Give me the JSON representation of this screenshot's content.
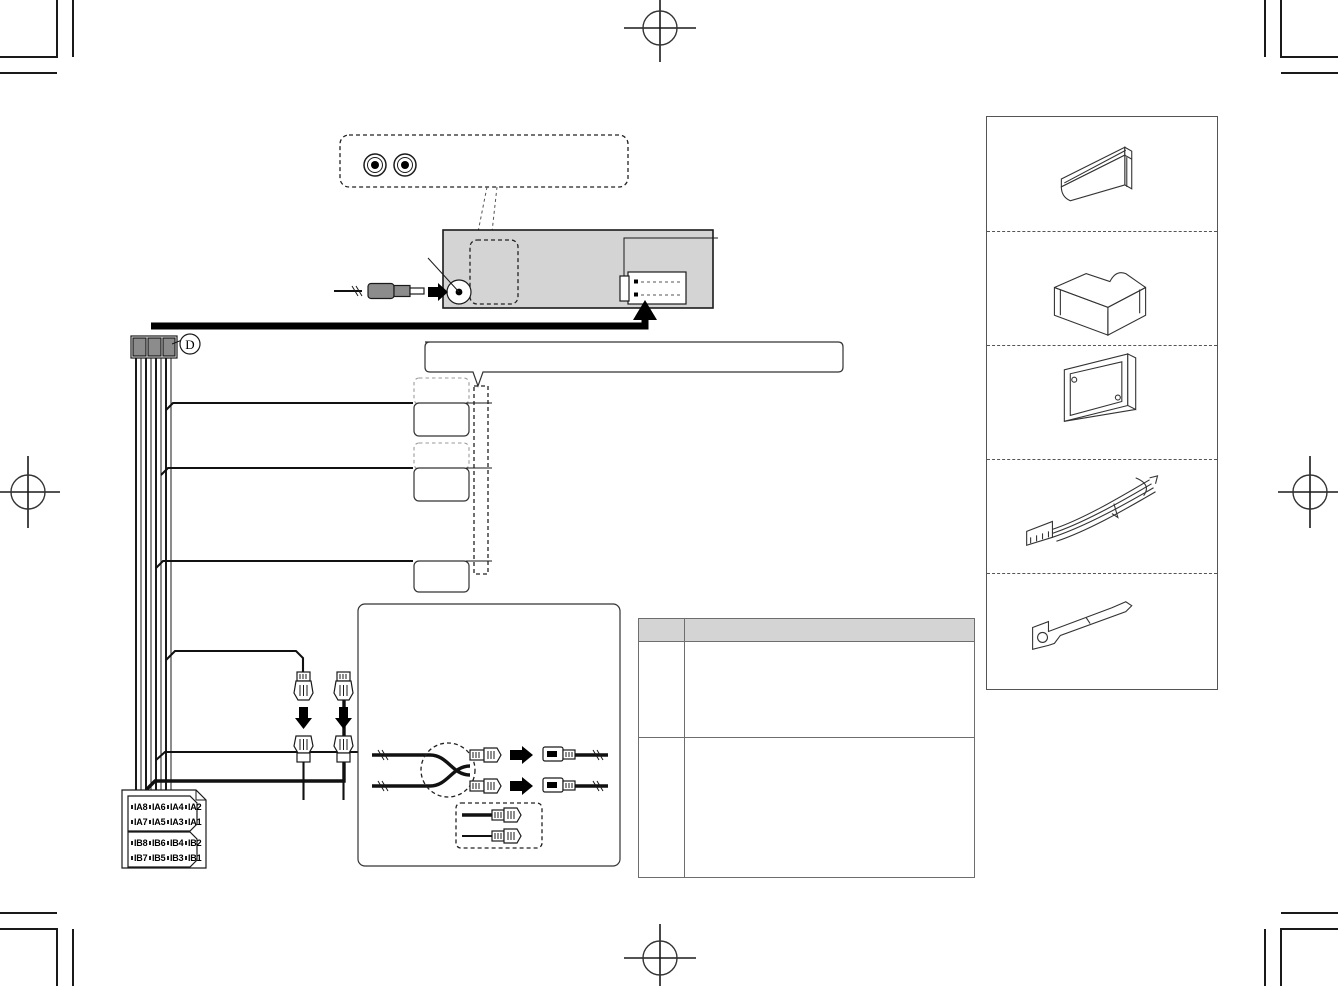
{
  "document": {
    "type": "installation-wiring-diagram",
    "subject": "car-audio-head-unit",
    "print_marks": {
      "crop_marks": 4,
      "registration_marks": 4
    }
  },
  "head_unit": {
    "name": "rear-panel-of-head-unit",
    "rca_preout": {
      "name": "rca-preout-jacks",
      "count": 2
    },
    "antenna": {
      "name": "antenna-input-jack",
      "plug_name": "antenna-plug"
    },
    "iso_socket": {
      "name": "iso-harness-socket"
    }
  },
  "callouts": {
    "rca_callout": {
      "label": ""
    },
    "antenna_callout": {
      "label": ""
    },
    "iso_callout": {
      "label": ""
    },
    "banner": {
      "label": ""
    },
    "boxes": [
      {
        "id": "box-1",
        "label": "",
        "ghost_label": ""
      },
      {
        "id": "box-2",
        "label": "",
        "ghost_label": ""
      },
      {
        "id": "box-3",
        "label": "",
        "ghost_label": ""
      }
    ]
  },
  "harness": {
    "name": "wiring-harness",
    "tag": "D",
    "fuse_block_segments": 3,
    "connector_a": {
      "name": "iso-connector-a",
      "rows": [
        [
          "A8",
          "A6",
          "A4",
          "A2"
        ],
        [
          "A7",
          "A5",
          "A3",
          "A1"
        ]
      ]
    },
    "connector_b": {
      "name": "iso-connector-b",
      "rows": [
        [
          "B8",
          "B6",
          "B4",
          "B2"
        ],
        [
          "B7",
          "B5",
          "B3",
          "B1"
        ]
      ]
    },
    "pin_prefix": "I"
  },
  "splice_detail": {
    "name": "wire-splice-detail-panel",
    "note": "",
    "crossover_wires": 2,
    "terminal_pairs": 2,
    "inset_items": 2
  },
  "spec_table": {
    "name": "specification-table",
    "columns": [
      "",
      ""
    ],
    "rows": [
      {
        "cells": [
          "",
          ""
        ]
      },
      {
        "cells": [
          "",
          ""
        ]
      }
    ]
  },
  "accessories": {
    "name": "supplied-accessories-panel",
    "items": [
      {
        "id": "trim-plate",
        "label": "",
        "qty": ""
      },
      {
        "id": "mounting-sleeve",
        "label": "",
        "qty": ""
      },
      {
        "id": "faceplate-frame",
        "label": "",
        "qty": ""
      },
      {
        "id": "power-harness",
        "label": "",
        "qty": ""
      },
      {
        "id": "extraction-key",
        "label": "",
        "qty": ""
      }
    ]
  },
  "colors": {
    "unit_body": "#d4d4d4",
    "table_header": "#d4d4d4",
    "stroke": "#1a1a1a",
    "plug_grey": "#8c8c8c",
    "panel_border": "#555555"
  }
}
